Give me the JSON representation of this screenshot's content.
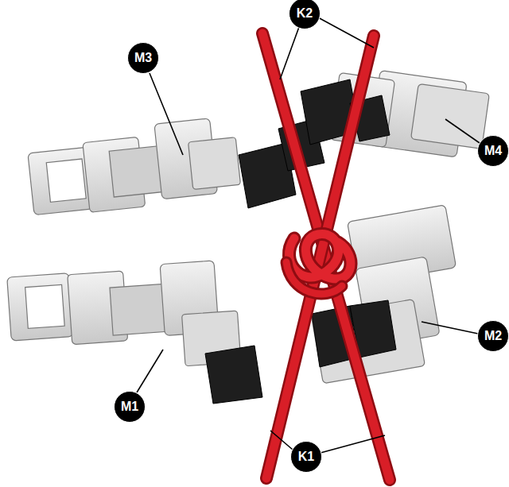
{
  "diagram": {
    "nodes": [
      {
        "text": [
          "K2"
        ]
      },
      {
        "text": [
          "M3"
        ]
      },
      {
        "text": [
          "M4"
        ]
      },
      {
        "text": [
          "M2"
        ]
      },
      {
        "text": [
          "M1"
        ]
      },
      {
        "text": [
          "K1"
        ]
      }
    ]
  }
}
